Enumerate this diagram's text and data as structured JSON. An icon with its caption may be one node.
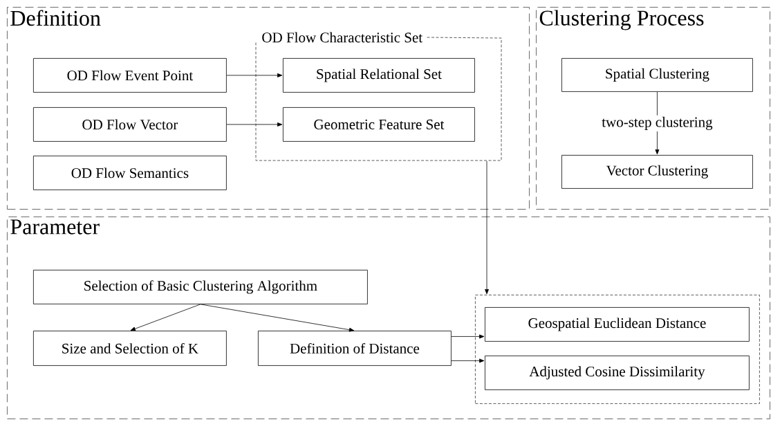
{
  "diagram": {
    "nodes": [
      {
        "text": [
          "Definition"
        ]
      },
      {
        "text": [
          "OD Flow Event Point"
        ],
        "in": 0
      },
      {
        "text": [
          "OD Flow Vector"
        ],
        "in": 0
      },
      {
        "text": [
          "OD Flow Semantics"
        ],
        "in": 0
      },
      {
        "text": [
          "OD Flow Characteristic Set"
        ],
        "in": 0
      },
      {
        "text": [
          "Spatial Relational Set"
        ],
        "in": 4
      },
      {
        "text": [
          "Geometric Feature Set"
        ],
        "in": 4
      },
      {
        "text": [
          "Clustering Process"
        ]
      },
      {
        "text": [
          "Spatial Clustering"
        ],
        "in": 7
      },
      {
        "text": [
          "Vector Clustering"
        ],
        "in": 7
      },
      {
        "text": [
          "Parameter"
        ]
      },
      {
        "text": [
          "Selection of Basic Clustering Algorithm"
        ],
        "in": 10
      },
      {
        "text": [
          "Size and Selection of K"
        ],
        "in": 10
      },
      {
        "text": [
          "Definition of Distance"
        ],
        "in": 10
      },
      {
        "text": [],
        "shape": "box",
        "in": 10
      },
      {
        "text": [
          "Geospatial Euclidean Distance"
        ],
        "in": 14
      },
      {
        "text": [
          "Adjusted Cosine Dissimilarity"
        ],
        "in": 14
      }
    ],
    "edges": [
      {
        "from": 1,
        "to": 5,
        "arrow": "to"
      },
      {
        "from": 2,
        "to": 6,
        "arrow": "to"
      },
      {
        "from": 8,
        "to": 9,
        "arrow": "to",
        "label": "two-step clustering"
      },
      {
        "from": 4,
        "to": 14,
        "arrow": "to"
      },
      {
        "from": 11,
        "to": 12,
        "arrow": "to"
      },
      {
        "from": 11,
        "to": 13,
        "arrow": "to"
      },
      {
        "from": 13,
        "to": 15,
        "arrow": "to"
      },
      {
        "from": 13,
        "to": 16,
        "arrow": "to"
      }
    ]
  }
}
